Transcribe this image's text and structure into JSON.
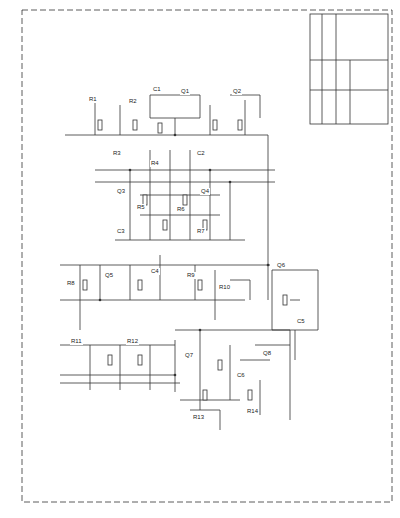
{
  "diagram": {
    "labels": [
      "R1",
      "R2",
      "C1",
      "Q1",
      "Q2",
      "R3",
      "R4",
      "C2",
      "Q3",
      "Q4",
      "R5",
      "R6",
      "C3",
      "R7",
      "R8",
      "Q5",
      "C4",
      "R9",
      "R10",
      "Q6",
      "C5",
      "R11",
      "R12",
      "Q7",
      "C6",
      "R13",
      "R14",
      "Q8"
    ]
  }
}
